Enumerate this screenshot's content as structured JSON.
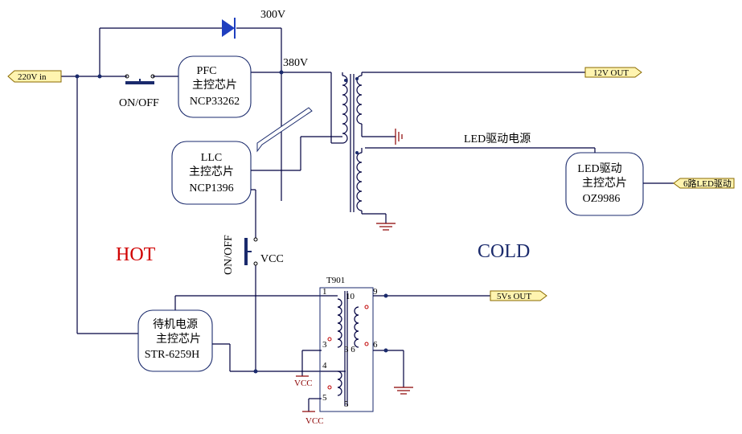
{
  "labels": {
    "v300": "300V",
    "v380": "380V",
    "onoff_main": "ON/OFF",
    "onoff_llc": "ON/OFF",
    "vcc_switch": "VCC",
    "hot": "HOT",
    "cold": "COLD",
    "t901": "T901",
    "led_power": "LED驱动电源",
    "vcc1": "VCC",
    "vcc2": "VCC"
  },
  "ports": {
    "input": "220V in",
    "out12": "12V OUT",
    "out5": "5Vs OUT",
    "outled": "6路LED驱动"
  },
  "chips": {
    "pfc": [
      "PFC",
      "主控芯片",
      "NCP33262"
    ],
    "llc": [
      "LLC",
      "主控芯片",
      "NCP1396"
    ],
    "standby": [
      "待机电源",
      "主控芯片",
      "STR-6259H"
    ],
    "led": [
      "LED驱动",
      "主控芯片",
      "OZ9986"
    ]
  },
  "pins": {
    "p1": "1",
    "p3": "3",
    "p4": "4",
    "p5": "5",
    "p10": "10",
    "p9": "9",
    "p36": "3 6",
    "p6": "6",
    "p5b": "5"
  },
  "colors": {
    "hot": "#d00000",
    "cold": "#1a2a6c",
    "diode": "#1f3fbf",
    "ground": "#8b0000"
  }
}
